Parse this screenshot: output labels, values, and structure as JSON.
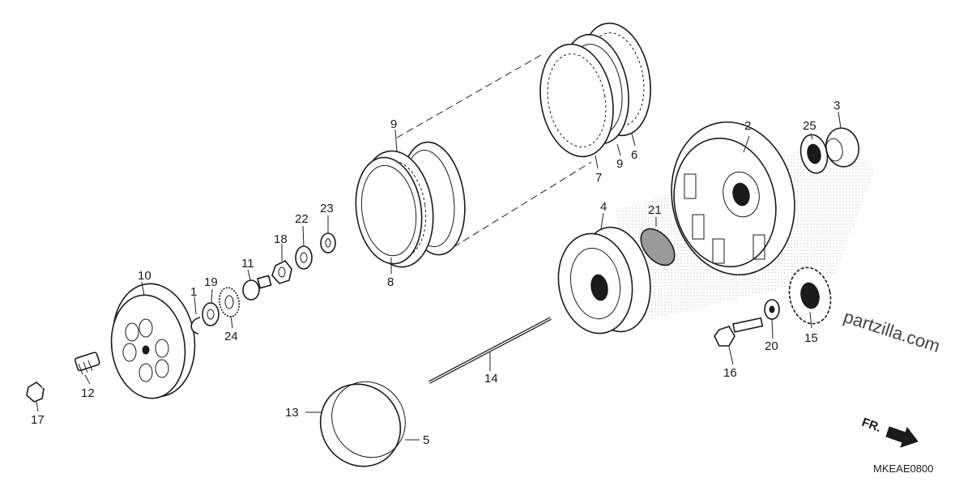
{
  "diagram": {
    "code": "MKEAE0800",
    "watermark": "partzilla.com",
    "direction_label": "FR.",
    "callouts": {
      "c1": "1",
      "c2": "2",
      "c3": "3",
      "c4": "4",
      "c5": "5",
      "c6": "6",
      "c7": "7",
      "c8": "8",
      "c9a": "9",
      "c9b": "9",
      "c10": "10",
      "c11": "11",
      "c12": "12",
      "c13": "13",
      "c14": "14",
      "c15": "15",
      "c16": "16",
      "c17": "17",
      "c18": "18",
      "c19": "19",
      "c20": "20",
      "c21": "21",
      "c22": "22",
      "c23": "23",
      "c24": "24",
      "c25": "25"
    }
  }
}
